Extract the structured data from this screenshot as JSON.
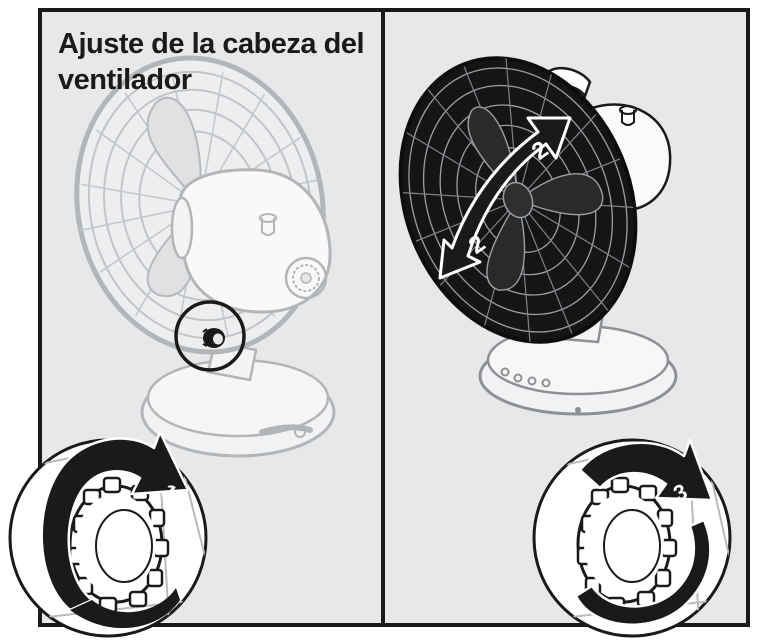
{
  "figure": {
    "title": "Ajuste de la cabeza del ventilador",
    "colors": {
      "panel": "#e7e8ea",
      "outline": "#1a1a1a",
      "faded_fan": "#b9bcbf",
      "dark_guard": "#151515",
      "arrow_fill": "#1a1a1a",
      "callout_fill": "#ffffff"
    },
    "left_panel": {
      "description_icon": "faded-fan-icon",
      "knob_callout": "knob-circle-icon"
    },
    "right_panel": {
      "description_icon": "tilted-fan-icon"
    },
    "steps": [
      {
        "number": "1",
        "icon": "rotate-ccw-arrow-icon"
      },
      {
        "number": "2",
        "icon": "tilt-double-arrow-icon"
      },
      {
        "number": "3",
        "icon": "rotate-cw-arrow-icon"
      }
    ]
  }
}
